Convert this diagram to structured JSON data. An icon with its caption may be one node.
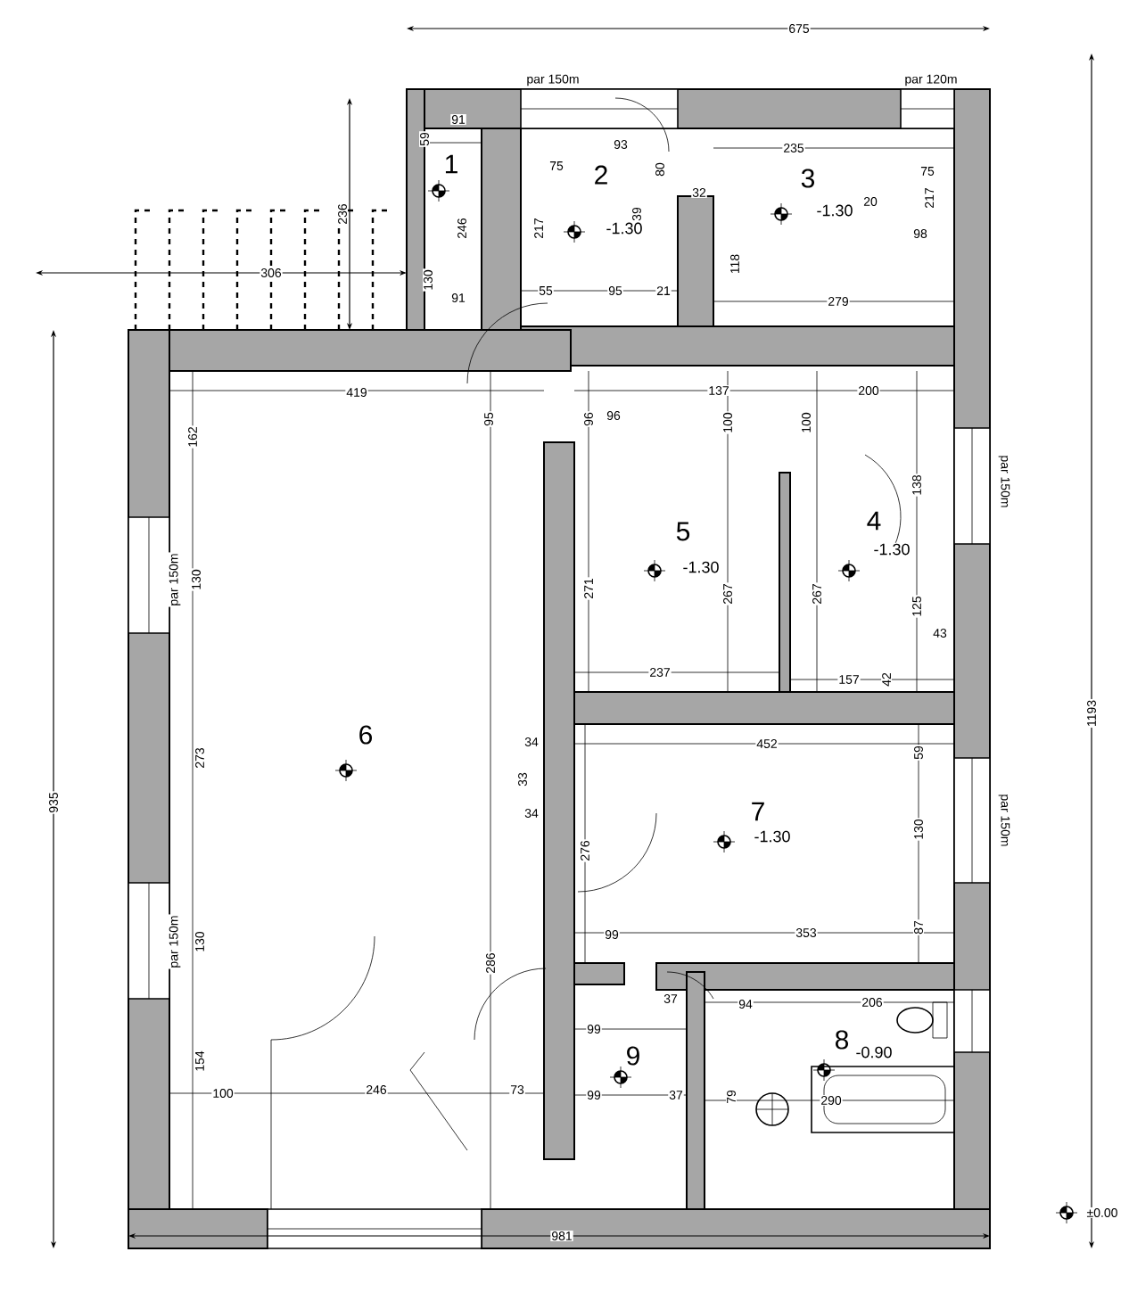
{
  "diagram": {
    "nodes": [
      {
        "text": [
          "1"
        ]
      },
      {
        "text": [
          "2",
          "-1.30"
        ]
      },
      {
        "text": [
          "3",
          "-1.30"
        ]
      },
      {
        "text": [
          "4",
          "-1.30"
        ]
      },
      {
        "text": [
          "5",
          "-1.30"
        ]
      },
      {
        "text": [
          "6"
        ]
      },
      {
        "text": [
          "7",
          "-1.30"
        ]
      },
      {
        "text": [
          "8",
          "-0.90"
        ]
      },
      {
        "text": [
          "9"
        ]
      }
    ],
    "edges": [],
    "labels": [
      "675",
      "par 150m",
      "par 120m",
      "91",
      "59",
      "236",
      "246",
      "306",
      "130",
      "91",
      "93",
      "75",
      "80",
      "235",
      "75",
      "32",
      "217",
      "20",
      "39",
      "217",
      "98",
      "118",
      "55",
      "95",
      "21",
      "279",
      "419",
      "137",
      "200",
      "95",
      "96",
      "96",
      "100",
      "100",
      "162",
      "138",
      "par 150m",
      "par 150m",
      "130",
      "271",
      "267",
      "267",
      "125",
      "43",
      "237",
      "157",
      "42",
      "273",
      "34",
      "452",
      "59",
      "33",
      "34",
      "130",
      "par 150m",
      "276",
      "99",
      "353",
      "87",
      "par 150m",
      "130",
      "286",
      "37",
      "94",
      "206",
      "99",
      "154",
      "100",
      "246",
      "73",
      "99",
      "37",
      "79",
      "290",
      "935",
      "1193",
      "981",
      "±0.00"
    ]
  }
}
